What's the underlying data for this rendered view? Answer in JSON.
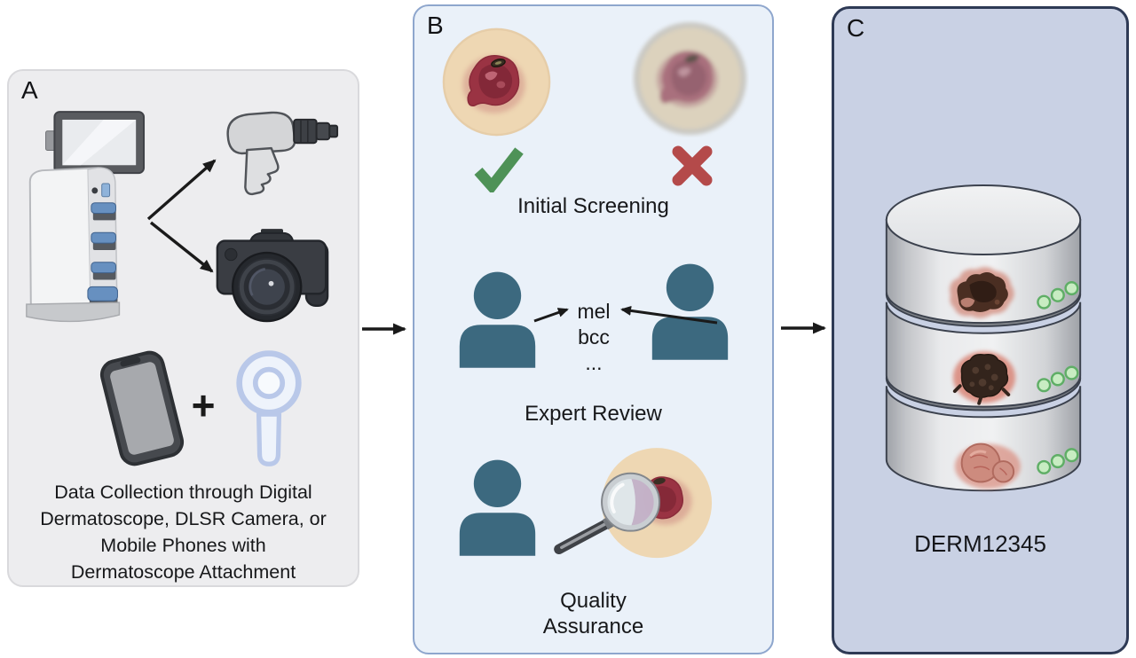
{
  "figure_type": "three-panel dermatology dataset pipeline diagram",
  "panels": {
    "a": {
      "label": "A",
      "caption_lines": [
        "Data Collection through Digital",
        "Dermatoscope, DLSR Camera, or",
        "Mobile Phones with",
        "Dermatoscope Attachment"
      ],
      "plus_sign": "+",
      "icons": [
        "dermatoscopy-station-icon",
        "handheld-dermatoscope-icon",
        "dslr-camera-icon",
        "smartphone-icon",
        "dermatoscope-attachment-icon",
        "branch-arrow-icons"
      ]
    },
    "b": {
      "label": "B",
      "initial_screening_title": "Initial Screening",
      "expert_review_title": "Expert Review",
      "diagnosis_labels": [
        "mel",
        "bcc",
        "..."
      ],
      "quality_assurance_lines": [
        "Quality",
        "Assurance"
      ],
      "icons": [
        "accepted-lesion-photo-icon",
        "check-icon",
        "rejected-lesion-photo-icon",
        "cross-icon",
        "expert-person-icon",
        "qa-person-icon",
        "magnifying-glass-icon"
      ]
    },
    "c": {
      "label": "C",
      "dataset_name": "DERM12345",
      "icons": [
        "database-stack-icon",
        "melanoma-sample-icon",
        "nodular-lesion-sample-icon",
        "pink-lesion-sample-icon",
        "status-led-icons"
      ]
    },
    "flow": {
      "arrow_a_to_b": "right-arrow",
      "arrow_b_to_c": "right-arrow"
    }
  },
  "colors": {
    "panel_a_bg": "#EDEDEF",
    "panel_a_border": "#D9D9DC",
    "panel_b_bg": "#EAF1F9",
    "panel_b_border": "#8EA6CD",
    "panel_c_bg": "#C9D1E4",
    "panel_c_border": "#2E3A55",
    "person": "#3C697F",
    "check_green": "#4E9257",
    "cross_red": "#B44A4A",
    "skin_tan": "#EED7B3",
    "lesion_red": "#9A3343",
    "led_green": "#C8ECC2",
    "arrow": "#1A1A1A"
  }
}
